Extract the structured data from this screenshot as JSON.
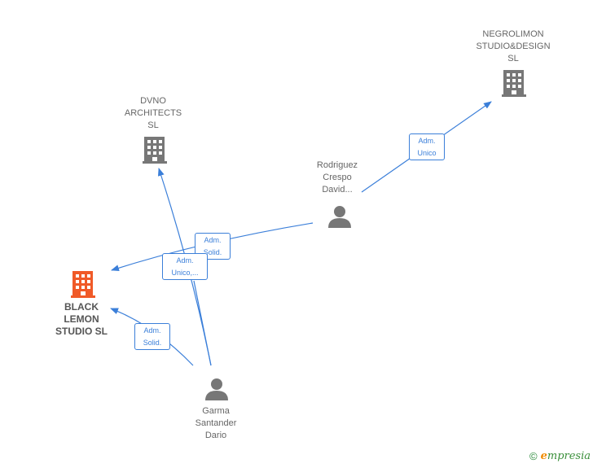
{
  "nodes": {
    "negrolimon": {
      "label": "NEGROLIMON\nSTUDIO&DESIGN\nSL",
      "icon": "building-icon"
    },
    "dvno": {
      "label": "DVNO\nARCHITECTS\nSL",
      "icon": "building-icon"
    },
    "black_lemon": {
      "label": "BLACK\nLEMON\nSTUDIO  SL",
      "icon": "building-icon",
      "color": "#f05a28"
    },
    "rodriguez": {
      "label": "Rodriguez\nCrespo\nDavid...",
      "icon": "person-icon"
    },
    "garma": {
      "label": "Garma\nSantander\nDario",
      "icon": "person-icon"
    }
  },
  "edges": {
    "rodriguez_negrolimon": "Adm.\nUnico",
    "rodriguez_blacklemon": "Adm.\nSolid.",
    "garma_dvno": "Adm.\nUnico,...",
    "garma_blacklemon": "Adm.\nSolid."
  },
  "colors": {
    "edge": "#3b7fd9",
    "building": "#777777",
    "building_main": "#f05a28",
    "person": "#777777"
  },
  "footer": {
    "copyright": "©",
    "brand_e": "e",
    "brand_rest": "mpresia"
  }
}
